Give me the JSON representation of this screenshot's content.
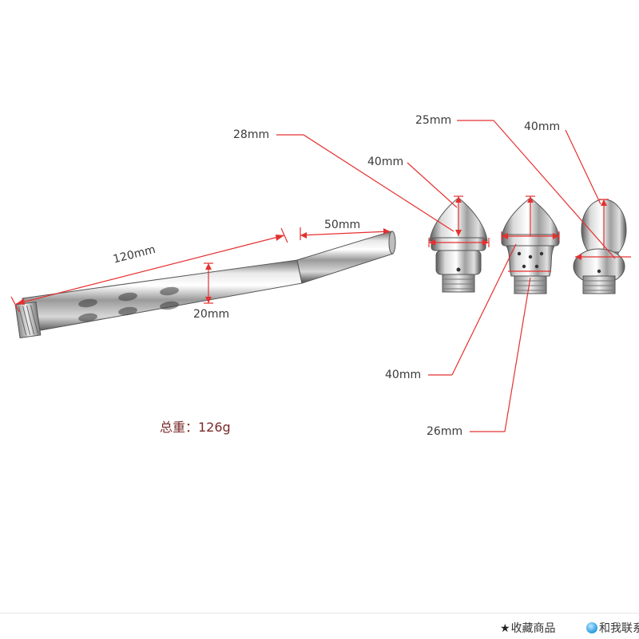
{
  "labels": {
    "tube_length": "120mm",
    "tube_diameter": "20mm",
    "tube_bend": "50mm",
    "head1_length": "28mm",
    "head1_width": "40mm",
    "head2_length": "25mm",
    "head2_width": "40mm",
    "head2_neck": "26mm",
    "head3_width": "40mm"
  },
  "weight_text": "总重：126g",
  "footer": {
    "favorite_icon": "star-icon",
    "favorite_label": "收藏商品",
    "contact_icon": "chat-bubble-icon",
    "contact_label": "和我联系"
  },
  "colors": {
    "dimension_line": "#e53030",
    "leader_line": "#333333",
    "metal_dark": "#5a5a5a",
    "metal_light": "#f4f4f4"
  }
}
